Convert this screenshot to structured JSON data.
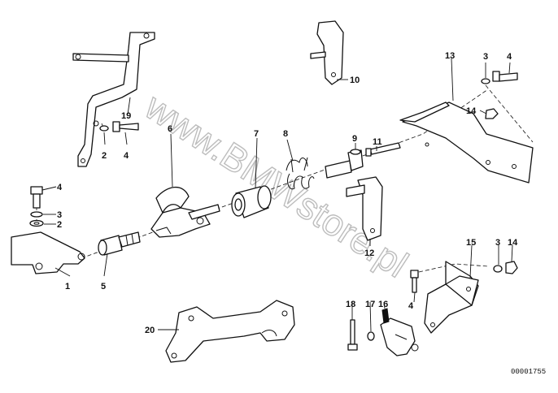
{
  "callouts": [
    "1",
    "2",
    "2",
    "3",
    "3",
    "3",
    "4",
    "4",
    "4",
    "4",
    "5",
    "6",
    "7",
    "8",
    "9",
    "10",
    "11",
    "12",
    "13",
    "14",
    "14",
    "15",
    "16",
    "17",
    "18",
    "19",
    "20"
  ],
  "watermark": "www.BMWstore.pl",
  "diagram_code": "00001755",
  "colors": {
    "line": "#111111",
    "watermark": "#bdbdbd",
    "background": "#ffffff"
  }
}
